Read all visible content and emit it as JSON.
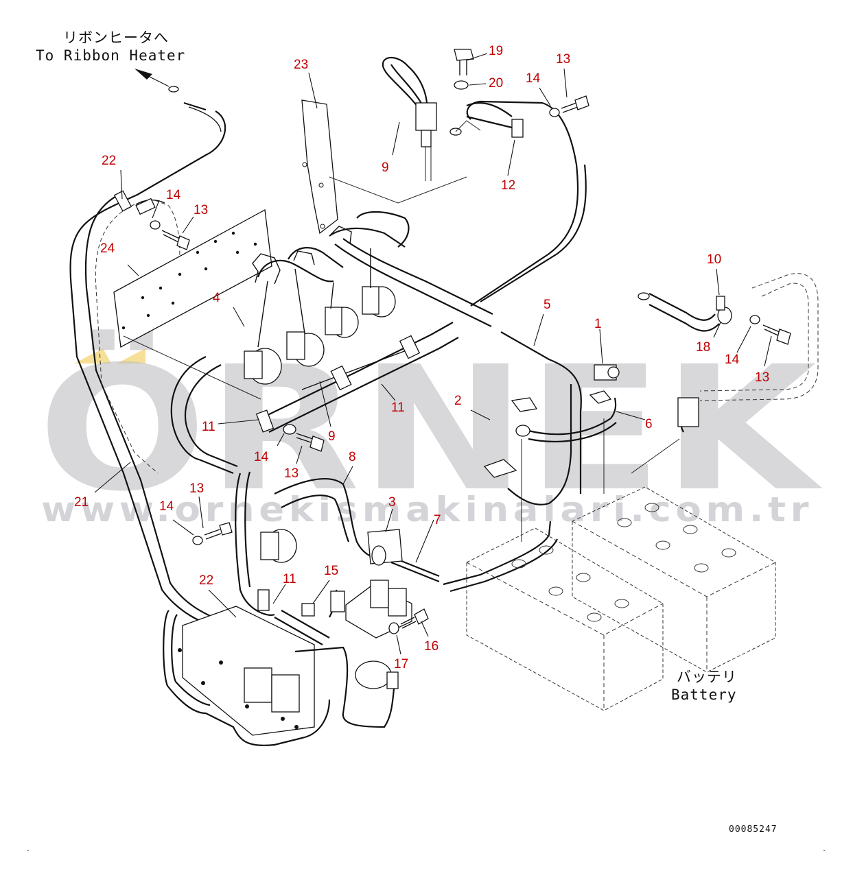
{
  "notes": {
    "ribbon_heater_jp": "リボンヒータへ",
    "ribbon_heater_en": "To Ribbon Heater",
    "battery_jp": "バッテリ",
    "battery_en": "Battery",
    "drawing_number": "00085247"
  },
  "watermark": {
    "brand": "ÖRNEK",
    "url": "www.ornekismakinalari.com.tr"
  },
  "callouts": [
    {
      "id": "c1",
      "label": "1"
    },
    {
      "id": "c2",
      "label": "2"
    },
    {
      "id": "c3",
      "label": "3"
    },
    {
      "id": "c4",
      "label": "4"
    },
    {
      "id": "c5",
      "label": "5"
    },
    {
      "id": "c6",
      "label": "6"
    },
    {
      "id": "c7",
      "label": "7"
    },
    {
      "id": "c8",
      "label": "8"
    },
    {
      "id": "c9a",
      "label": "9"
    },
    {
      "id": "c9b",
      "label": "9"
    },
    {
      "id": "c10",
      "label": "10"
    },
    {
      "id": "c11a",
      "label": "11"
    },
    {
      "id": "c11b",
      "label": "11"
    },
    {
      "id": "c11c",
      "label": "11"
    },
    {
      "id": "c12",
      "label": "12"
    },
    {
      "id": "c13a",
      "label": "13"
    },
    {
      "id": "c13b",
      "label": "13"
    },
    {
      "id": "c13c",
      "label": "13"
    },
    {
      "id": "c13d",
      "label": "13"
    },
    {
      "id": "c13e",
      "label": "13"
    },
    {
      "id": "c14a",
      "label": "14"
    },
    {
      "id": "c14b",
      "label": "14"
    },
    {
      "id": "c14c",
      "label": "14"
    },
    {
      "id": "c14d",
      "label": "14"
    },
    {
      "id": "c14e",
      "label": "14"
    },
    {
      "id": "c15",
      "label": "15"
    },
    {
      "id": "c16",
      "label": "16"
    },
    {
      "id": "c17",
      "label": "17"
    },
    {
      "id": "c18",
      "label": "18"
    },
    {
      "id": "c19",
      "label": "19"
    },
    {
      "id": "c20",
      "label": "20"
    },
    {
      "id": "c21",
      "label": "21"
    },
    {
      "id": "c22a",
      "label": "22"
    },
    {
      "id": "c22b",
      "label": "22"
    },
    {
      "id": "c23",
      "label": "23"
    },
    {
      "id": "c24",
      "label": "24"
    }
  ],
  "colors": {
    "callout": "#c00000",
    "line": "#111111",
    "watermark": "#b9b9bf",
    "watermark_accent": "#f2d36b"
  }
}
